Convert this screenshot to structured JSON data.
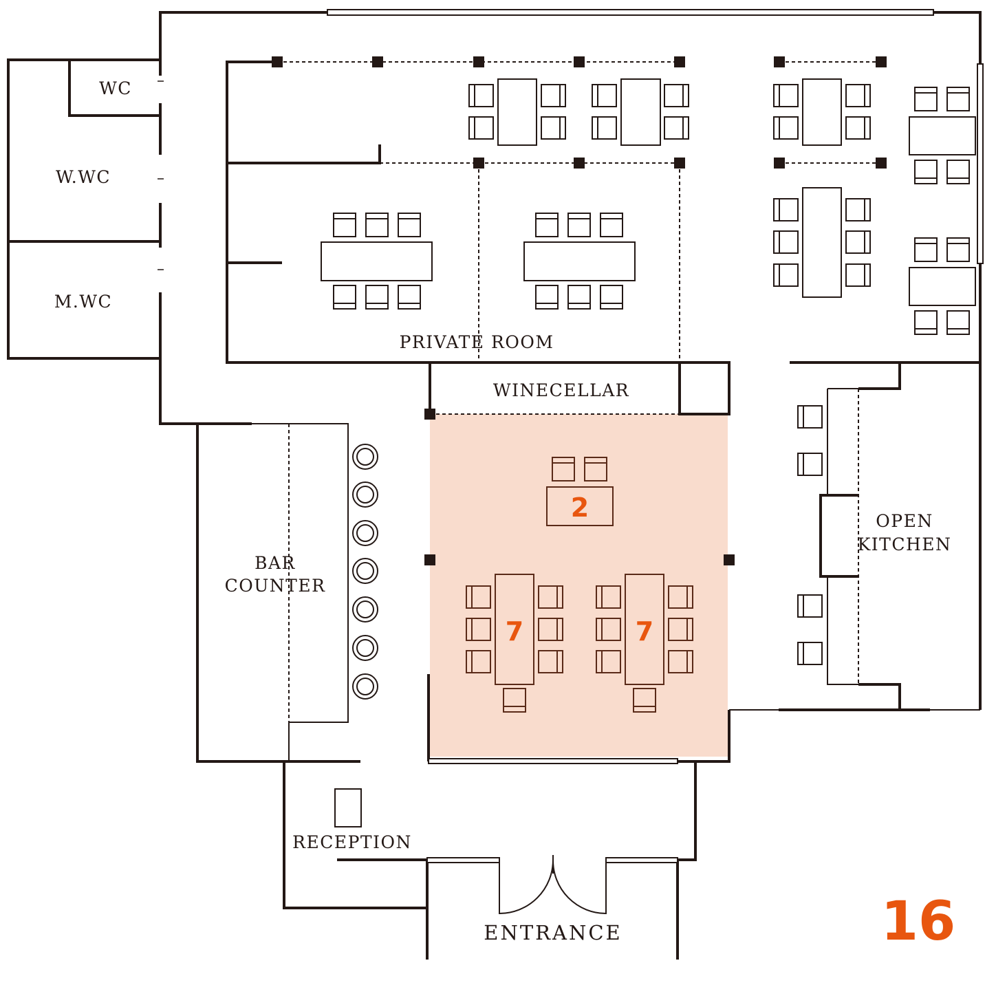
{
  "floor_number": "16",
  "colors": {
    "wall": "#231815",
    "highlight_area": "#f9dccd",
    "accent": "#e8560f",
    "highlight_lines": "#5a2a18"
  },
  "rooms": {
    "wc": "WC",
    "wwc": "W.WC",
    "mwc": "M.WC",
    "private_room": "PRIVATE ROOM",
    "winecellar": "WINECELLAR",
    "bar_line1": "BAR",
    "bar_line2": "COUNTER",
    "kitchen_line1": "OPEN",
    "kitchen_line2": "KITCHEN",
    "reception": "RECEPTION",
    "entrance": "ENTRANCE"
  },
  "highlighted_tables": [
    {
      "seats": "2"
    },
    {
      "seats": "7"
    },
    {
      "seats": "7"
    }
  ]
}
